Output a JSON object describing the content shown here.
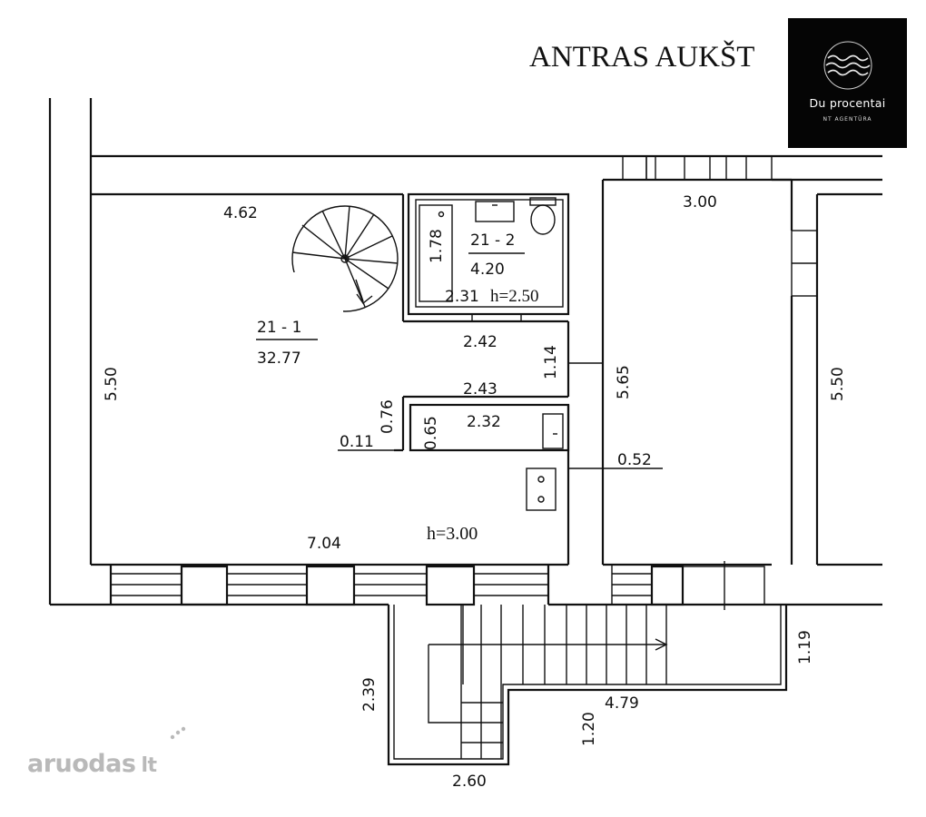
{
  "floor_title": "ANTRAS AUKŠT",
  "logo": {
    "name": "Du procentai",
    "subtitle": "NT AGENTŪRA"
  },
  "watermark": {
    "text": "aruodas",
    "suffix": "lt"
  },
  "rooms": [
    {
      "id": "21 - 1",
      "area": "32.77",
      "height": "h=3.00"
    },
    {
      "id": "21 - 2",
      "area": "4.20",
      "height": "h=2.50"
    }
  ],
  "dimensions": {
    "top_left_width": "4.62",
    "left_height": "5.50",
    "bottom_width": "7.04",
    "bath_height": "1.78",
    "bath_width": "2.31",
    "corridor_top": "2.42",
    "corridor_height": "1.14",
    "closet_top": "2.43",
    "closet_height_a": "0.76",
    "closet_thickness": "0.11",
    "closet_height_b": "0.65",
    "kitchen_width": "2.32",
    "wall_thickness": "0.52",
    "stair_hall_width": "3.00",
    "stair_hall_height": "5.65",
    "right_height": "5.50",
    "landing_height": "1.19",
    "stair_width": "4.79",
    "stair_run_left": "2.39",
    "stair_step": "1.20",
    "stair_bottom": "2.60"
  },
  "colors": {
    "lines": "#111111",
    "logo_bg": "#050505",
    "watermark": "#b9b9b9"
  }
}
